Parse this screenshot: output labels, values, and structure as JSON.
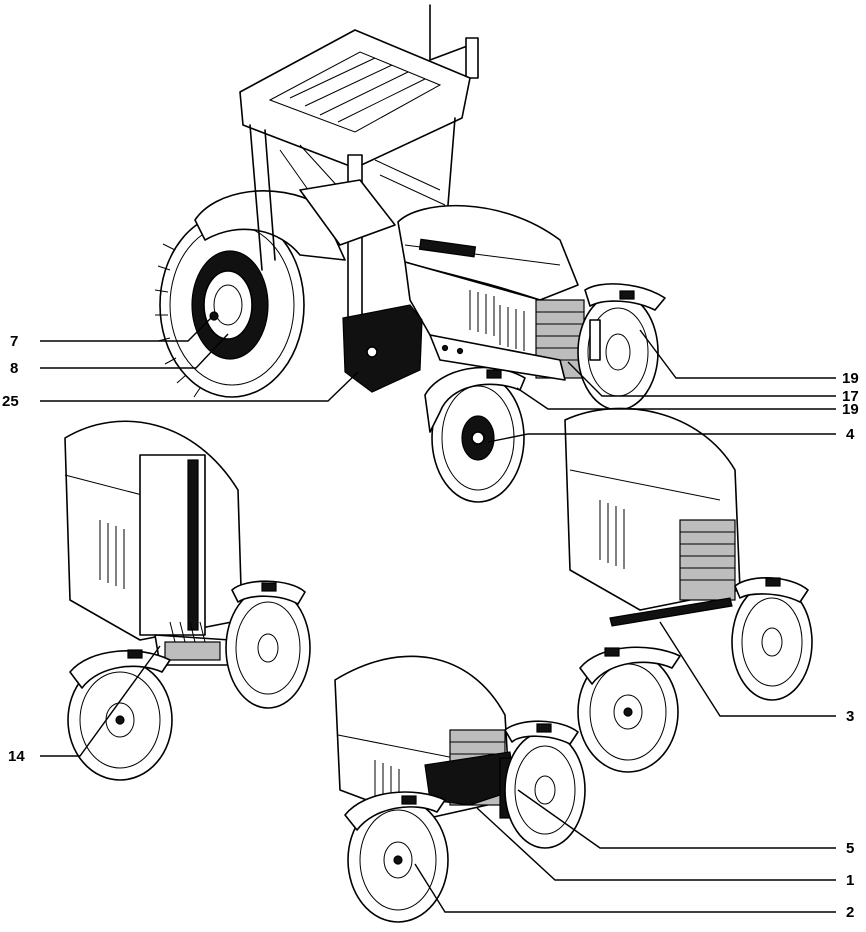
{
  "callouts": {
    "main_left": [
      "7",
      "8",
      "25"
    ],
    "main_right": [
      "19",
      "17",
      "19",
      "4"
    ],
    "lower_left": [
      "14"
    ],
    "lower_right": [
      "3"
    ],
    "bottom_right": [
      "5",
      "1",
      "2"
    ]
  }
}
